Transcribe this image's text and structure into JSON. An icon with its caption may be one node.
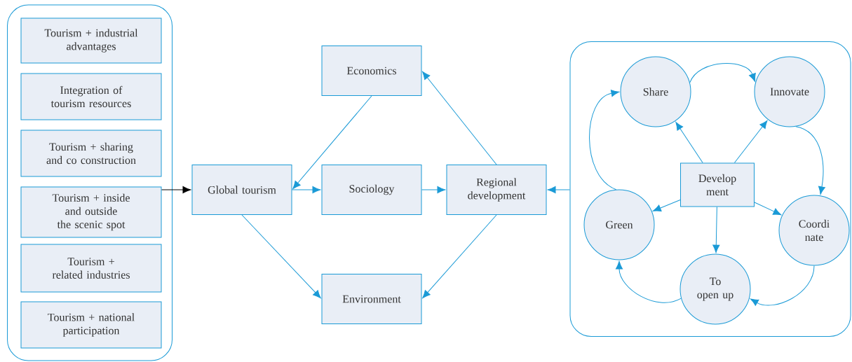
{
  "diagram": {
    "nodes": [
      {
        "text": [],
        "shape": "box"
      },
      {
        "text": [
          "Tourism + industrial advantages"
        ],
        "in": 0
      },
      {
        "text": [
          "Integration of tourism resources"
        ],
        "in": 0
      },
      {
        "text": [
          "Tourism + sharing and co construction"
        ],
        "in": 0
      },
      {
        "text": [
          "Tourism + inside and outside the scenic spot"
        ],
        "in": 0
      },
      {
        "text": [
          "Tourism + related industries"
        ],
        "in": 0
      },
      {
        "text": [
          "Tourism + national participation"
        ],
        "in": 0
      },
      {
        "text": [
          "Global tourism"
        ]
      },
      {
        "text": [
          "Economics"
        ]
      },
      {
        "text": [
          "Sociology"
        ]
      },
      {
        "text": [
          "Environment"
        ]
      },
      {
        "text": [
          "Regional development"
        ]
      },
      {
        "text": [],
        "shape": "box"
      },
      {
        "text": [
          "Share"
        ],
        "in": 12
      },
      {
        "text": [
          "Innovate"
        ],
        "in": 12
      },
      {
        "text": [
          "Develop ment"
        ],
        "in": 12
      },
      {
        "text": [
          "Green"
        ],
        "in": 12
      },
      {
        "text": [
          "Coordi nate"
        ],
        "in": 12
      },
      {
        "text": [
          "To open up"
        ],
        "in": 12
      }
    ],
    "edges": [
      {
        "from": 4,
        "to": 7,
        "arrow": "to",
        "color": "#000000"
      },
      {
        "from": 8,
        "to": 7,
        "arrow": "to"
      },
      {
        "from": 7,
        "to": 9,
        "arrow": "to"
      },
      {
        "from": 7,
        "to": 10,
        "arrow": "to"
      },
      {
        "from": 9,
        "to": 11,
        "arrow": "to"
      },
      {
        "from": 11,
        "to": 8,
        "arrow": "to"
      },
      {
        "from": 11,
        "to": 10,
        "arrow": "to"
      },
      {
        "from": 12,
        "to": 11,
        "arrow": "to"
      },
      {
        "from": 15,
        "to": 13,
        "arrow": "to"
      },
      {
        "from": 15,
        "to": 14,
        "arrow": "to"
      },
      {
        "from": 15,
        "to": 16,
        "arrow": "to"
      },
      {
        "from": 15,
        "to": 17,
        "arrow": "to"
      },
      {
        "from": 15,
        "to": 18,
        "arrow": "to"
      },
      {
        "from": 13,
        "to": 14,
        "arrow": "to"
      },
      {
        "from": 14,
        "to": 17,
        "arrow": "to"
      },
      {
        "from": 17,
        "to": 18,
        "arrow": "to"
      },
      {
        "from": 18,
        "to": 16,
        "arrow": "to"
      },
      {
        "from": 16,
        "to": 13,
        "arrow": "to"
      }
    ]
  }
}
